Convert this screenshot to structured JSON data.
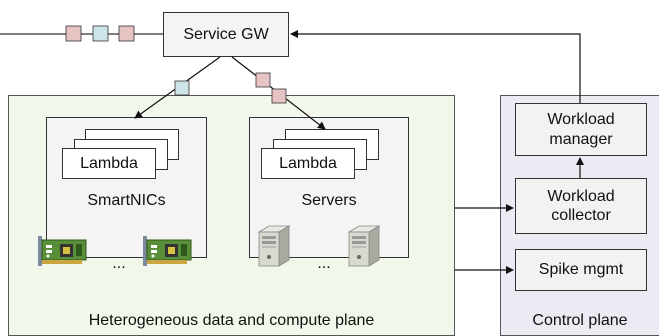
{
  "gateway": {
    "label": "Service GW"
  },
  "data_plane": {
    "label": "Heterogeneous data and compute plane"
  },
  "control_plane": {
    "label": "Control plane",
    "components": [
      "Workload\nmanager",
      "Workload\ncollector",
      "Spike mgmt"
    ]
  },
  "smartnics": {
    "label": "SmartNICs",
    "lambda_label": "Lambda",
    "ellipsis": "..."
  },
  "servers": {
    "label": "Servers",
    "lambda_label": "Lambda",
    "ellipsis": "..."
  },
  "colors": {
    "packet_pink": "#e6c4c4",
    "packet_blue": "#cde4ea",
    "data_plane_fill": "#f1f7ea",
    "control_plane_fill": "#ebebf3",
    "box_fill": "#f2f2f2",
    "nic_green": "#5a8f3a"
  },
  "icons": [
    "smartnic-card-icon",
    "server-tower-icon",
    "packet-icon"
  ]
}
